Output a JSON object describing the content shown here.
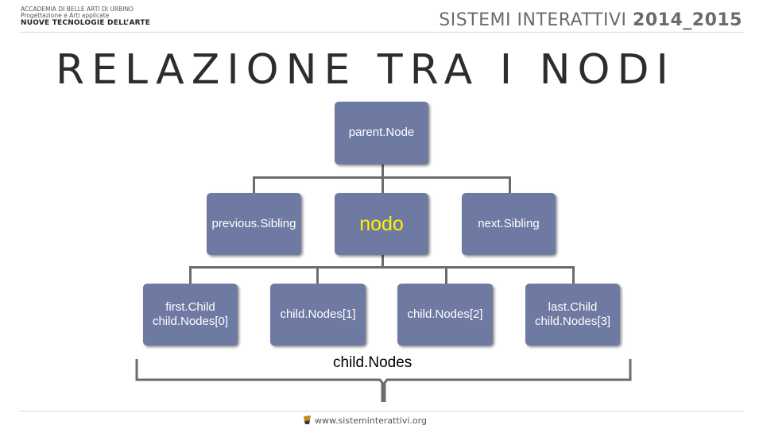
{
  "header": {
    "academy_line1": "ACCADEMIA DI BELLE ARTI DI URBINO",
    "academy_line2": "Progettazione e Arti applicate",
    "academy_line3": "NUOVE TECNOLOGIE DELL’ARTE",
    "course_name": "SISTEMI INTERATTIVI",
    "course_year": "2014_2015"
  },
  "slide": {
    "title": "RELAZIONE TRA I NODI"
  },
  "diagram": {
    "parent": "parent.Node",
    "previous": "previous.Sibling",
    "current": "nodo",
    "next": "next.Sibling",
    "children": [
      {
        "line1": "first.Child",
        "line2": "child.Nodes[0]"
      },
      {
        "line1": "child.Nodes[1]",
        "line2": ""
      },
      {
        "line1": "child.Nodes[2]",
        "line2": ""
      },
      {
        "line1": "last.Child",
        "line2": "child.Nodes[3]"
      }
    ],
    "group_label": "child.Nodes"
  },
  "footer": {
    "url": "www.sisteminterattivi.org"
  },
  "colors": {
    "node_fill": "#6f7aa3",
    "node_text": "#ffffff",
    "current_text": "#fff200",
    "connector": "#6b6b6b"
  }
}
